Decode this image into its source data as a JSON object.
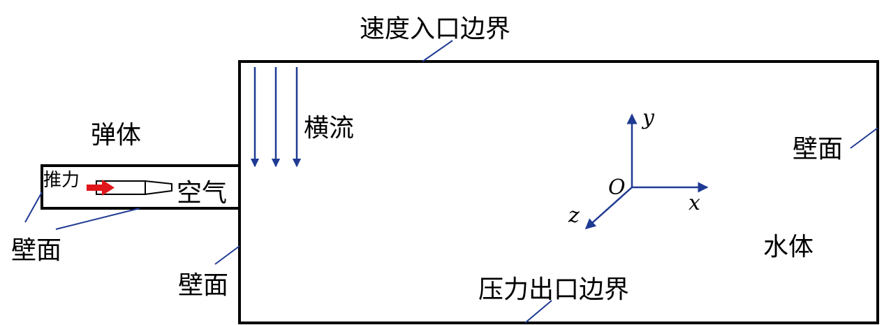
{
  "labels": {
    "velocity_inlet": "速度入口边界",
    "pressure_outlet": "压力出口边界",
    "crossflow": "横流",
    "projectile": "弹体",
    "thrust": "推力",
    "air": "空气",
    "water": "水体",
    "wall_right": "壁面",
    "wall_tube": "壁面",
    "wall_step": "壁面"
  },
  "axes": {
    "origin": "O",
    "x": "x",
    "y": "y",
    "z": "z"
  },
  "colors": {
    "frame": "#000000",
    "leader": "#1f3a93",
    "axis": "#1f3a93",
    "thrust_arrow": "#e0161b"
  }
}
